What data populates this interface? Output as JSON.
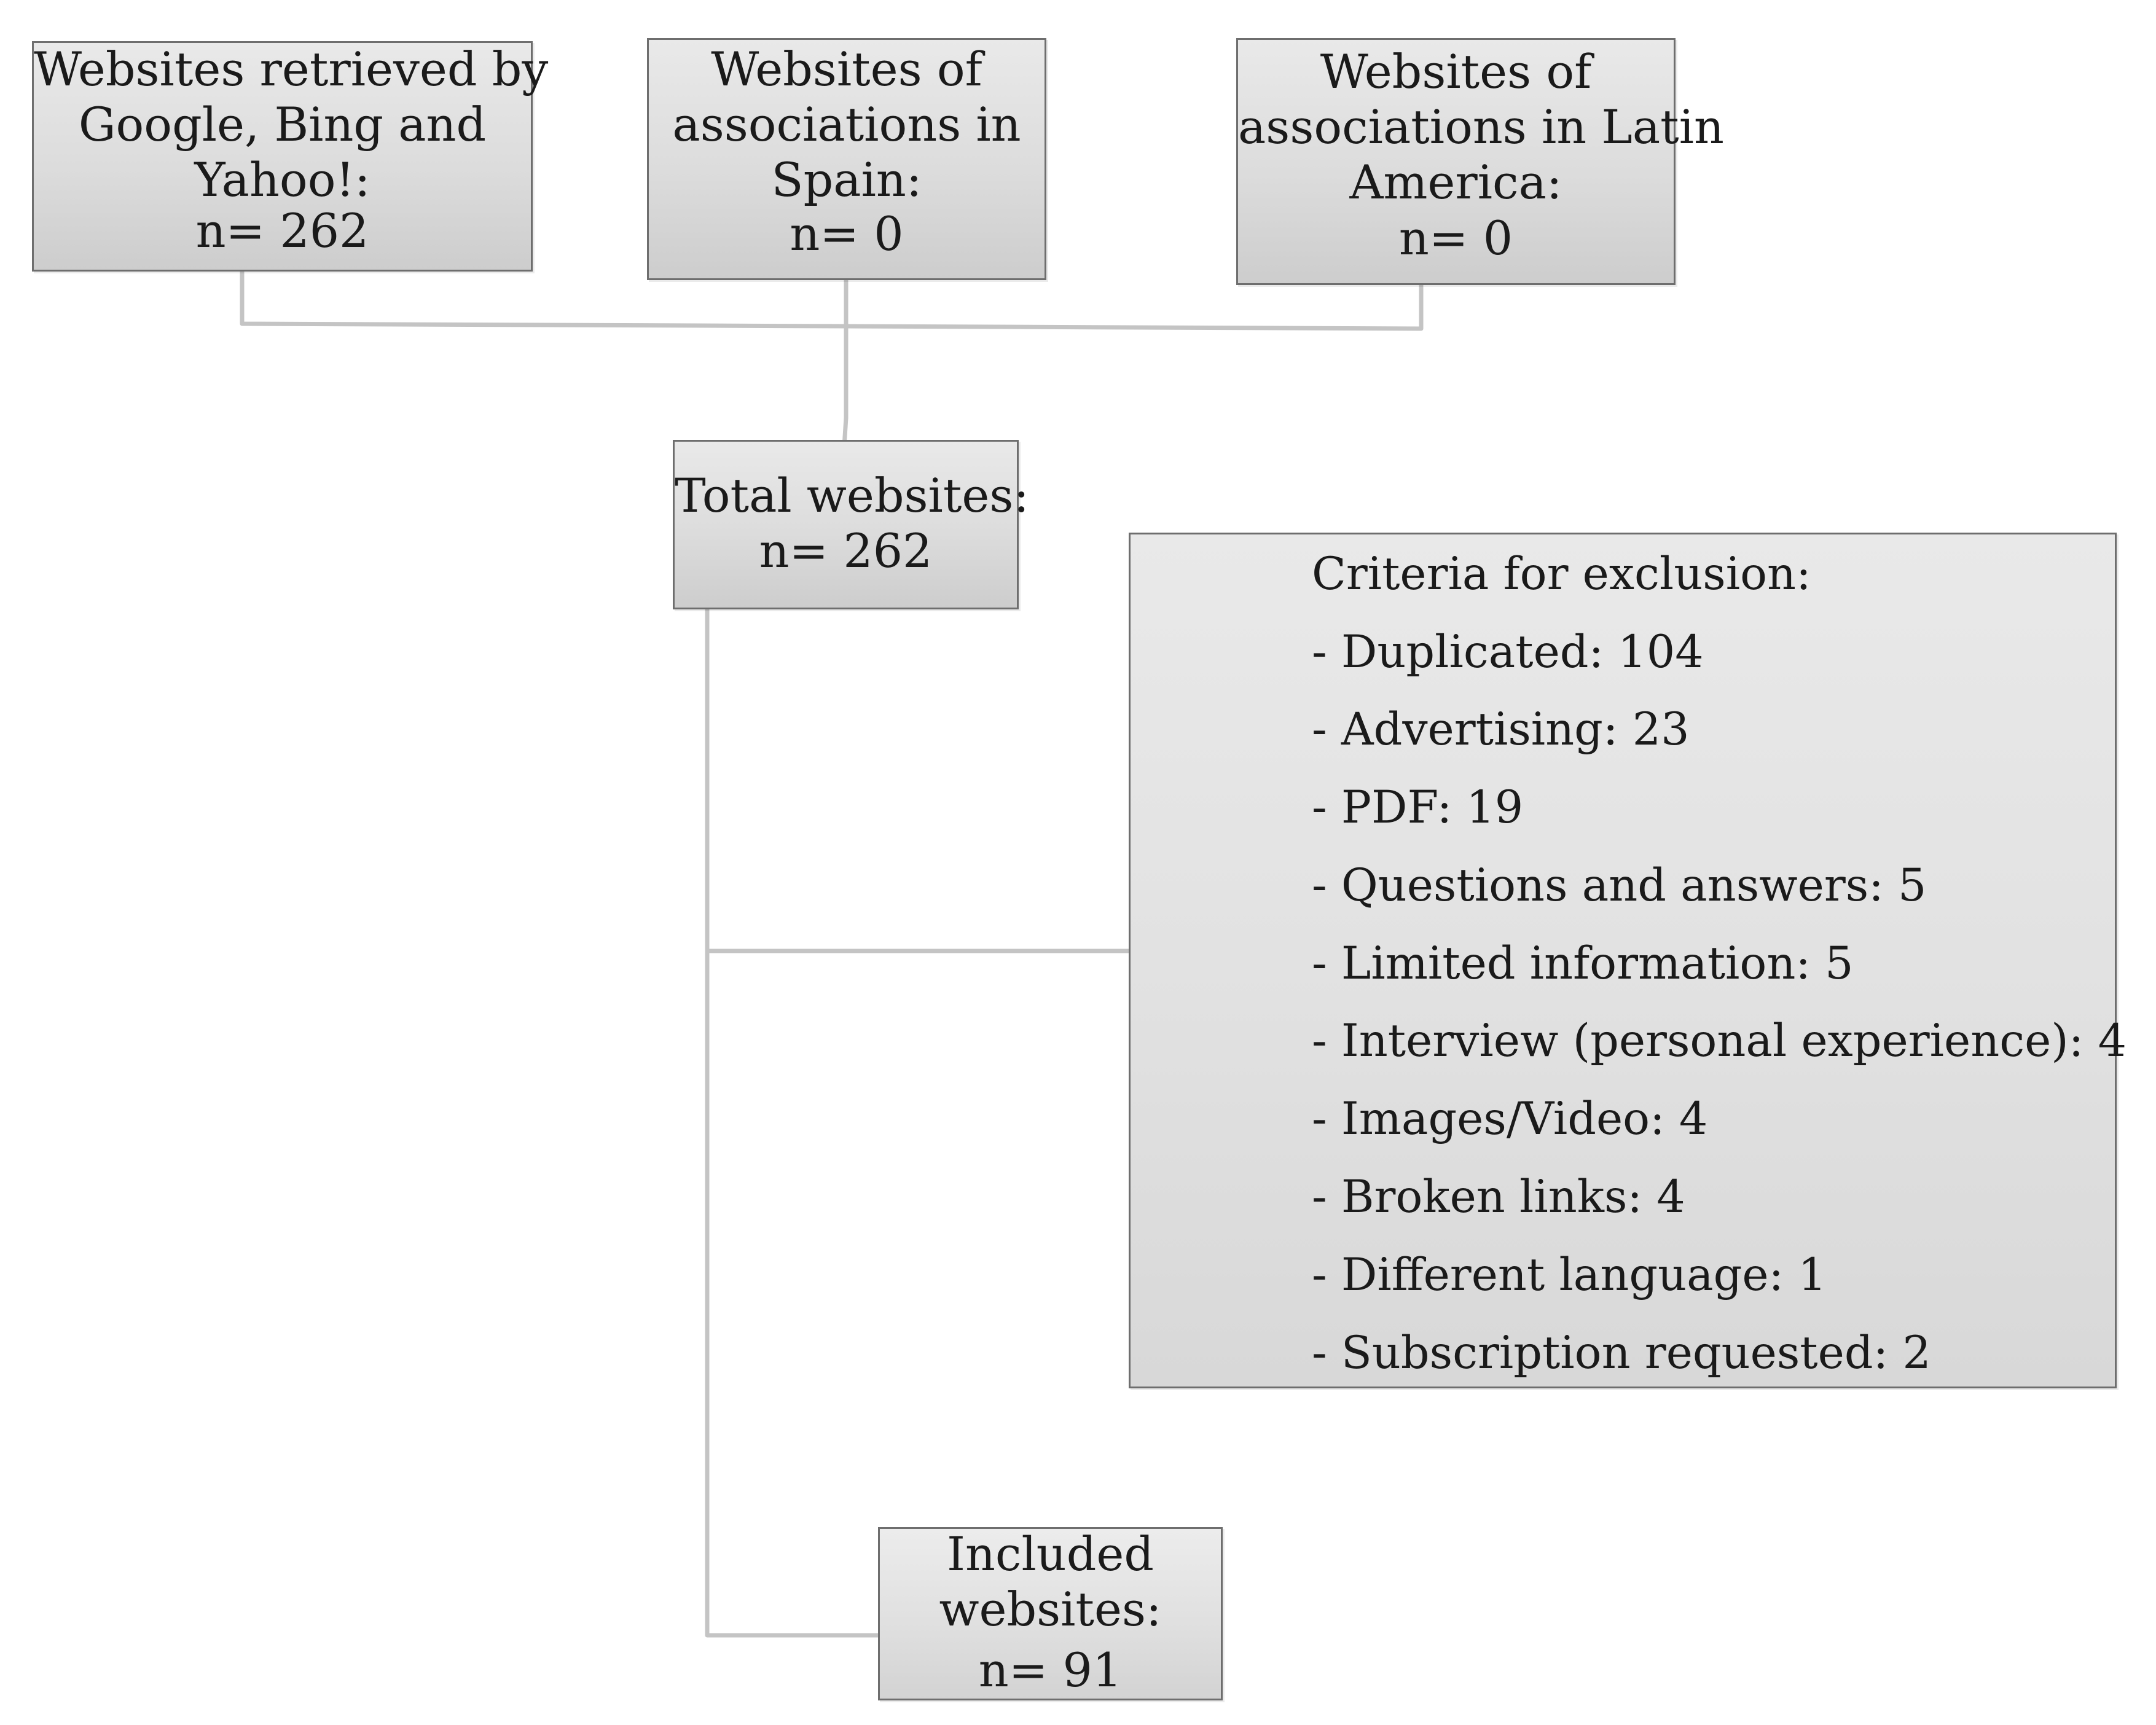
{
  "sources": [
    {
      "lines": [
        "Websites retrieved by",
        "Google, Bing and",
        "Yahoo!:"
      ],
      "count": "n= 262"
    },
    {
      "lines": [
        "Websites of",
        "associations in",
        "Spain:"
      ],
      "count": "n= 0"
    },
    {
      "lines": [
        "Websites of",
        "associations in Latin",
        "America:"
      ],
      "count": "n= 0"
    }
  ],
  "total": {
    "label": "Total websites:",
    "count": "n= 262"
  },
  "exclusion": {
    "title": "Criteria for exclusion:",
    "items": [
      "- Duplicated: 104",
      "- Advertising: 23",
      "- PDF: 19",
      "- Questions and answers: 5",
      "- Limited information: 5",
      "- Interview (personal experience): 4",
      "- Images/Video: 4",
      "- Broken links: 4",
      "- Different language: 1",
      "- Subscription requested: 2"
    ]
  },
  "included": {
    "lines": [
      "Included",
      "websites:"
    ],
    "count": "n= 91"
  },
  "colors": {
    "box_border": "#6e6e6e",
    "box_fill_top": "#e9e9e9",
    "box_fill_bottom": "#cdcdcd",
    "connector": "#c4c4c4",
    "text": "#1a1a1a"
  }
}
